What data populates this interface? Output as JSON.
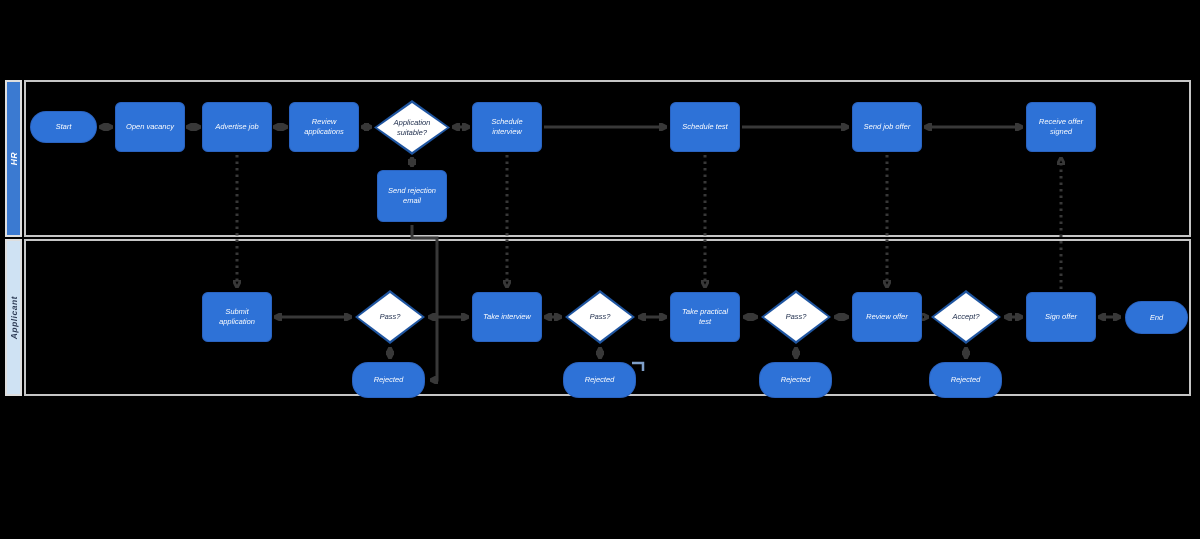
{
  "diagram": {
    "title_hint": "Hiring process swimlane flowchart",
    "lanes": [
      {
        "label": "HR"
      },
      {
        "label": "Applicant"
      }
    ],
    "nodes": {
      "start": {
        "label": "Start",
        "type": "terminator",
        "lane": "HR"
      },
      "open_vacancy": {
        "label": "Open vacancy",
        "type": "process",
        "lane": "HR"
      },
      "advertise_job": {
        "label": "Advertise job",
        "type": "process",
        "lane": "HR"
      },
      "review_applications": {
        "label": "Review applications",
        "type": "process",
        "lane": "HR"
      },
      "application_suitable": {
        "label": "Application suitable?",
        "type": "decision",
        "lane": "HR"
      },
      "send_rejection_email": {
        "label": "Send rejection email",
        "type": "process",
        "lane": "HR"
      },
      "schedule_interview": {
        "label": "Schedule interview",
        "type": "process",
        "lane": "HR"
      },
      "schedule_test": {
        "label": "Schedule test",
        "type": "process",
        "lane": "HR"
      },
      "send_job_offer": {
        "label": "Send job offer",
        "type": "process",
        "lane": "HR"
      },
      "receive_offer_signed": {
        "label": "Receive offer signed",
        "type": "process",
        "lane": "HR"
      },
      "submit_application": {
        "label": "Submit application",
        "type": "process",
        "lane": "Applicant"
      },
      "pass_1": {
        "label": "Pass?",
        "type": "decision",
        "lane": "Applicant"
      },
      "take_interview": {
        "label": "Take interview",
        "type": "process",
        "lane": "Applicant"
      },
      "pass_2": {
        "label": "Pass?",
        "type": "decision",
        "lane": "Applicant"
      },
      "take_practical_test": {
        "label": "Take practical test",
        "type": "process",
        "lane": "Applicant"
      },
      "pass_3": {
        "label": "Pass?",
        "type": "decision",
        "lane": "Applicant"
      },
      "review_offer": {
        "label": "Review offer",
        "type": "process",
        "lane": "Applicant"
      },
      "accept": {
        "label": "Accept?",
        "type": "decision",
        "lane": "Applicant"
      },
      "sign_offer": {
        "label": "Sign offer",
        "type": "process",
        "lane": "Applicant"
      },
      "end": {
        "label": "End",
        "type": "terminator",
        "lane": "Applicant"
      },
      "rejected_1": {
        "label": "Rejected",
        "type": "terminator",
        "lane": "Applicant"
      },
      "rejected_2": {
        "label": "Rejected",
        "type": "terminator",
        "lane": "Applicant"
      },
      "rejected_3": {
        "label": "Rejected",
        "type": "terminator",
        "lane": "Applicant"
      },
      "rejected_4": {
        "label": "Rejected",
        "type": "terminator",
        "lane": "Applicant"
      }
    },
    "edges": [
      {
        "from": "start",
        "to": "open_vacancy",
        "style": "solid"
      },
      {
        "from": "open_vacancy",
        "to": "advertise_job",
        "style": "solid"
      },
      {
        "from": "advertise_job",
        "to": "review_applications",
        "style": "solid"
      },
      {
        "from": "review_applications",
        "to": "application_suitable",
        "style": "solid"
      },
      {
        "from": "application_suitable",
        "to": "schedule_interview",
        "style": "solid"
      },
      {
        "from": "application_suitable",
        "to": "send_rejection_email",
        "style": "solid"
      },
      {
        "from": "send_rejection_email",
        "to": "rejected_1",
        "style": "solid"
      },
      {
        "from": "schedule_interview",
        "to": "schedule_test",
        "style": "solid"
      },
      {
        "from": "schedule_test",
        "to": "send_job_offer",
        "style": "solid"
      },
      {
        "from": "send_job_offer",
        "to": "receive_offer_signed",
        "style": "solid"
      },
      {
        "from": "advertise_job",
        "to": "submit_application",
        "style": "dashed"
      },
      {
        "from": "schedule_interview",
        "to": "take_interview",
        "style": "dashed"
      },
      {
        "from": "schedule_test",
        "to": "take_practical_test",
        "style": "dashed"
      },
      {
        "from": "send_job_offer",
        "to": "review_offer",
        "style": "dashed"
      },
      {
        "from": "sign_offer",
        "to": "receive_offer_signed",
        "style": "dashed"
      },
      {
        "from": "submit_application",
        "to": "pass_1",
        "style": "solid"
      },
      {
        "from": "pass_1",
        "to": "take_interview",
        "style": "solid"
      },
      {
        "from": "pass_1",
        "to": "rejected_1",
        "style": "solid"
      },
      {
        "from": "take_interview",
        "to": "pass_2",
        "style": "solid"
      },
      {
        "from": "pass_2",
        "to": "take_practical_test",
        "style": "solid"
      },
      {
        "from": "pass_2",
        "to": "rejected_2",
        "style": "solid"
      },
      {
        "from": "take_practical_test",
        "to": "pass_3",
        "style": "solid"
      },
      {
        "from": "pass_3",
        "to": "review_offer",
        "style": "solid"
      },
      {
        "from": "pass_3",
        "to": "rejected_3",
        "style": "solid"
      },
      {
        "from": "review_offer",
        "to": "accept",
        "style": "solid"
      },
      {
        "from": "accept",
        "to": "sign_offer",
        "style": "solid"
      },
      {
        "from": "accept",
        "to": "rejected_4",
        "style": "solid"
      },
      {
        "from": "sign_offer",
        "to": "end",
        "style": "solid"
      }
    ],
    "colors": {
      "node_fill": "#2e72d7",
      "decision_border": "#1f55a0",
      "decision_fill": "#ffffff",
      "lane_hr_strip": "#3b7ad1",
      "lane_applicant_strip": "#cfe2f3",
      "lane_border": "#c6c6c6",
      "connector": "#383838",
      "background": "#000000"
    }
  }
}
